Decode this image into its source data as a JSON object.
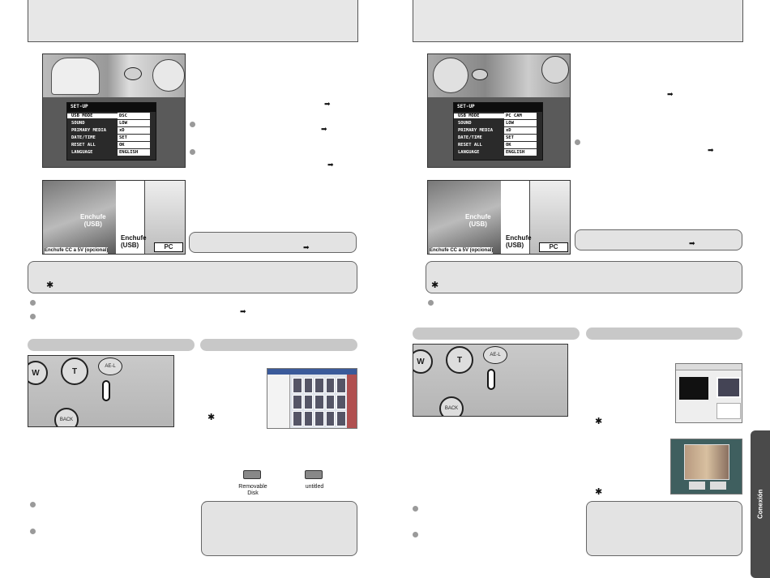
{
  "left_page": {
    "menu": {
      "title": "SET-UP",
      "rows": [
        {
          "label": "USB MODE",
          "value": "DSC"
        },
        {
          "label": "SOUND",
          "value": "LOW"
        },
        {
          "label": "PRIMARY MEDIA",
          "value": "xD"
        },
        {
          "label": "DATE/TIME",
          "value": "SET"
        },
        {
          "label": "RESET ALL",
          "value": "OK"
        },
        {
          "label": "LANGUAGE",
          "value": "ENGLISH"
        }
      ]
    },
    "connector_captions": {
      "usb_socket": "Enchufe\n(USB)",
      "dc_socket": "Enchufe CC a 5V (opcional)",
      "cable_end": "Enchufe\n(USB)",
      "pc": "PC"
    },
    "camera_buttons": {
      "w": "W",
      "t": "T",
      "ael": "AE-L",
      "back": "BACK"
    },
    "disk_icons": [
      {
        "label": "Removable\nDisk"
      },
      {
        "label": "untitled"
      }
    ]
  },
  "right_page": {
    "menu": {
      "title": "SET-UP",
      "rows": [
        {
          "label": "USB MODE",
          "value": "PC CAM"
        },
        {
          "label": "SOUND",
          "value": "LOW"
        },
        {
          "label": "PRIMARY MEDIA",
          "value": "xD"
        },
        {
          "label": "DATE/TIME",
          "value": "SET"
        },
        {
          "label": "RESET ALL",
          "value": "OK"
        },
        {
          "label": "LANGUAGE",
          "value": "ENGLISH"
        }
      ]
    },
    "connector_captions": {
      "usb_socket": "Enchufe\n(USB)",
      "dc_socket": "Enchufe CC a 5V (opcional)",
      "cable_end": "Enchufe\n(USB)",
      "pc": "PC"
    },
    "camera_buttons": {
      "w": "W",
      "t": "T",
      "ael": "AE-L",
      "back": "BACK"
    },
    "side_tab": "Conexión"
  },
  "glyphs": {
    "arrow": "➡",
    "star": "✱"
  }
}
